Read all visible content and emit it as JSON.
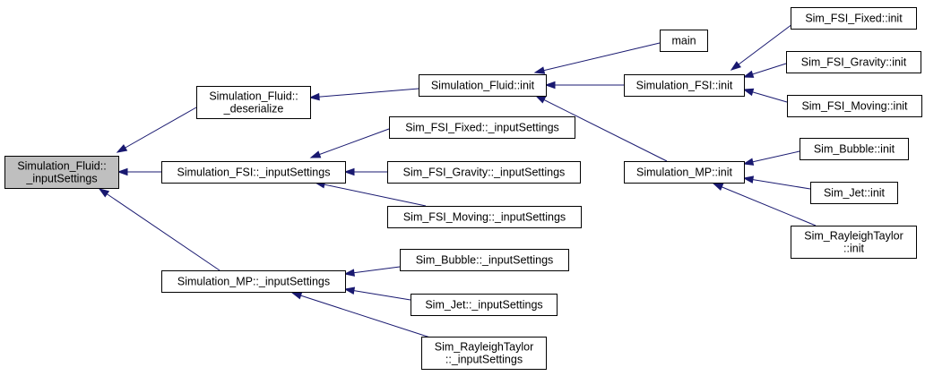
{
  "diagram": {
    "edge_color": "#191970",
    "root_fill": "#bfbfbf",
    "nodes": {
      "root": [
        "Simulation_Fluid::",
        "_inputSettings"
      ],
      "fluid_deserialize": [
        "Simulation_Fluid::",
        "_deserialize"
      ],
      "fsi_input": [
        "Simulation_FSI::_inputSettings"
      ],
      "mp_input": [
        "Simulation_MP::_inputSettings"
      ],
      "fluid_init": [
        "Simulation_Fluid::init"
      ],
      "fsi_fixed_input": [
        "Sim_FSI_Fixed::_inputSettings"
      ],
      "fsi_gravity_input": [
        "Sim_FSI_Gravity::_inputSettings"
      ],
      "fsi_moving_input": [
        "Sim_FSI_Moving::_inputSettings"
      ],
      "bubble_input": [
        "Sim_Bubble::_inputSettings"
      ],
      "jet_input": [
        "Sim_Jet::_inputSettings"
      ],
      "rt_input": [
        "Sim_RayleighTaylor",
        "::_inputSettings"
      ],
      "main": [
        "main"
      ],
      "fsi_init": [
        "Simulation_FSI::init"
      ],
      "mp_init": [
        "Simulation_MP::init"
      ],
      "fsi_fixed_init": [
        "Sim_FSI_Fixed::init"
      ],
      "fsi_gravity_init": [
        "Sim_FSI_Gravity::init"
      ],
      "fsi_moving_init": [
        "Sim_FSI_Moving::init"
      ],
      "bubble_init": [
        "Sim_Bubble::init"
      ],
      "jet_init": [
        "Sim_Jet::init"
      ],
      "rt_init": [
        "Sim_RayleighTaylor",
        "::init"
      ]
    },
    "edges": [
      [
        "fluid_deserialize",
        "root"
      ],
      [
        "fsi_input",
        "root"
      ],
      [
        "mp_input",
        "root"
      ],
      [
        "fluid_init",
        "fluid_deserialize"
      ],
      [
        "fsi_fixed_input",
        "fsi_input"
      ],
      [
        "fsi_gravity_input",
        "fsi_input"
      ],
      [
        "fsi_moving_input",
        "fsi_input"
      ],
      [
        "bubble_input",
        "mp_input"
      ],
      [
        "jet_input",
        "mp_input"
      ],
      [
        "rt_input",
        "mp_input"
      ],
      [
        "main",
        "fluid_init"
      ],
      [
        "fsi_init",
        "fluid_init"
      ],
      [
        "mp_init",
        "fluid_init"
      ],
      [
        "fsi_fixed_init",
        "fsi_init"
      ],
      [
        "fsi_gravity_init",
        "fsi_init"
      ],
      [
        "fsi_moving_init",
        "fsi_init"
      ],
      [
        "bubble_init",
        "mp_init"
      ],
      [
        "jet_init",
        "mp_init"
      ],
      [
        "rt_init",
        "mp_init"
      ]
    ]
  }
}
